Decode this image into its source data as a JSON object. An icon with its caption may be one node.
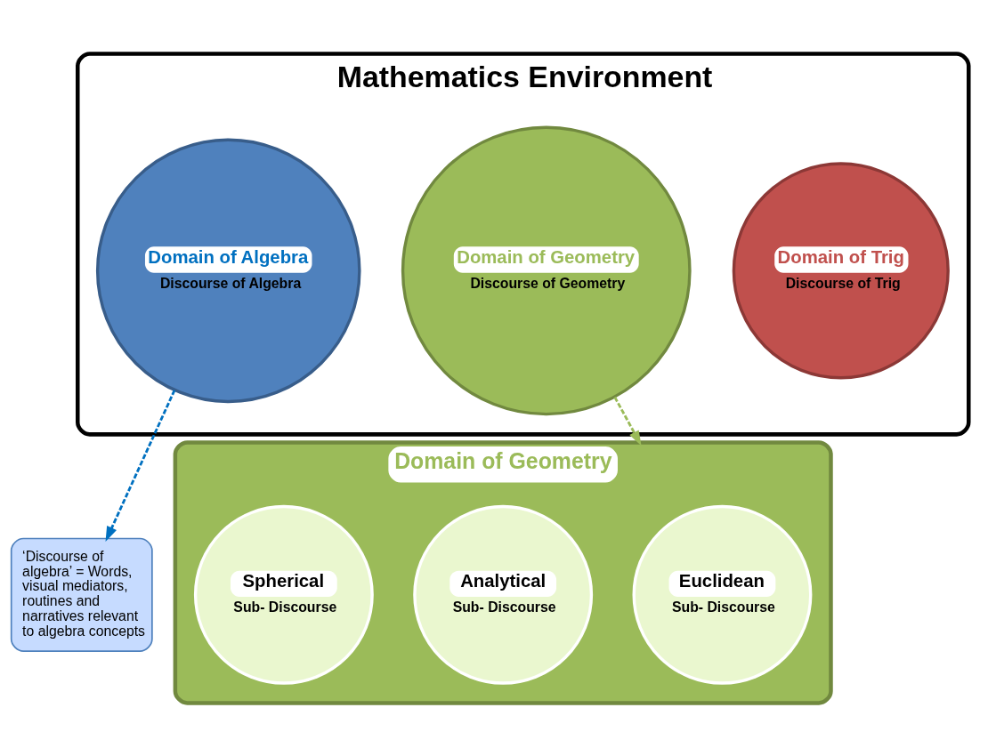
{
  "diagram": {
    "nodes": [
      {
        "text": [
          "Mathematics Environment"
        ]
      },
      {
        "text": [
          "Domain of Trig",
          "Discourse of Trig"
        ],
        "in": 0
      },
      {
        "text": [
          "Domain of Algebra",
          "Discourse of Algebra"
        ],
        "in": 0
      },
      {
        "text": [
          "Domain of Geometry",
          "Discourse of Geometry"
        ],
        "in": 0
      },
      {
        "text": [
          "‘Discourse of algebra’ = Words, visual mediators, routines and narratives relevant to algebra concepts"
        ]
      },
      {
        "text": [
          "Domain of Geometry"
        ]
      },
      {
        "text": [
          "Euclidean",
          "Sub- Discourse"
        ],
        "in": 5
      },
      {
        "text": [
          "Analytical",
          "Sub- Discourse"
        ],
        "in": 5
      },
      {
        "text": [
          "Spherical",
          "Sub- Discourse"
        ],
        "in": 5
      }
    ],
    "edges": [
      {
        "from": 2,
        "to": 4,
        "arrow": "to",
        "style": "dashed",
        "color": "#0070c0"
      },
      {
        "from": 3,
        "to": 5,
        "arrow": "to",
        "style": "dashed",
        "color": "#9bbb59"
      }
    ]
  }
}
